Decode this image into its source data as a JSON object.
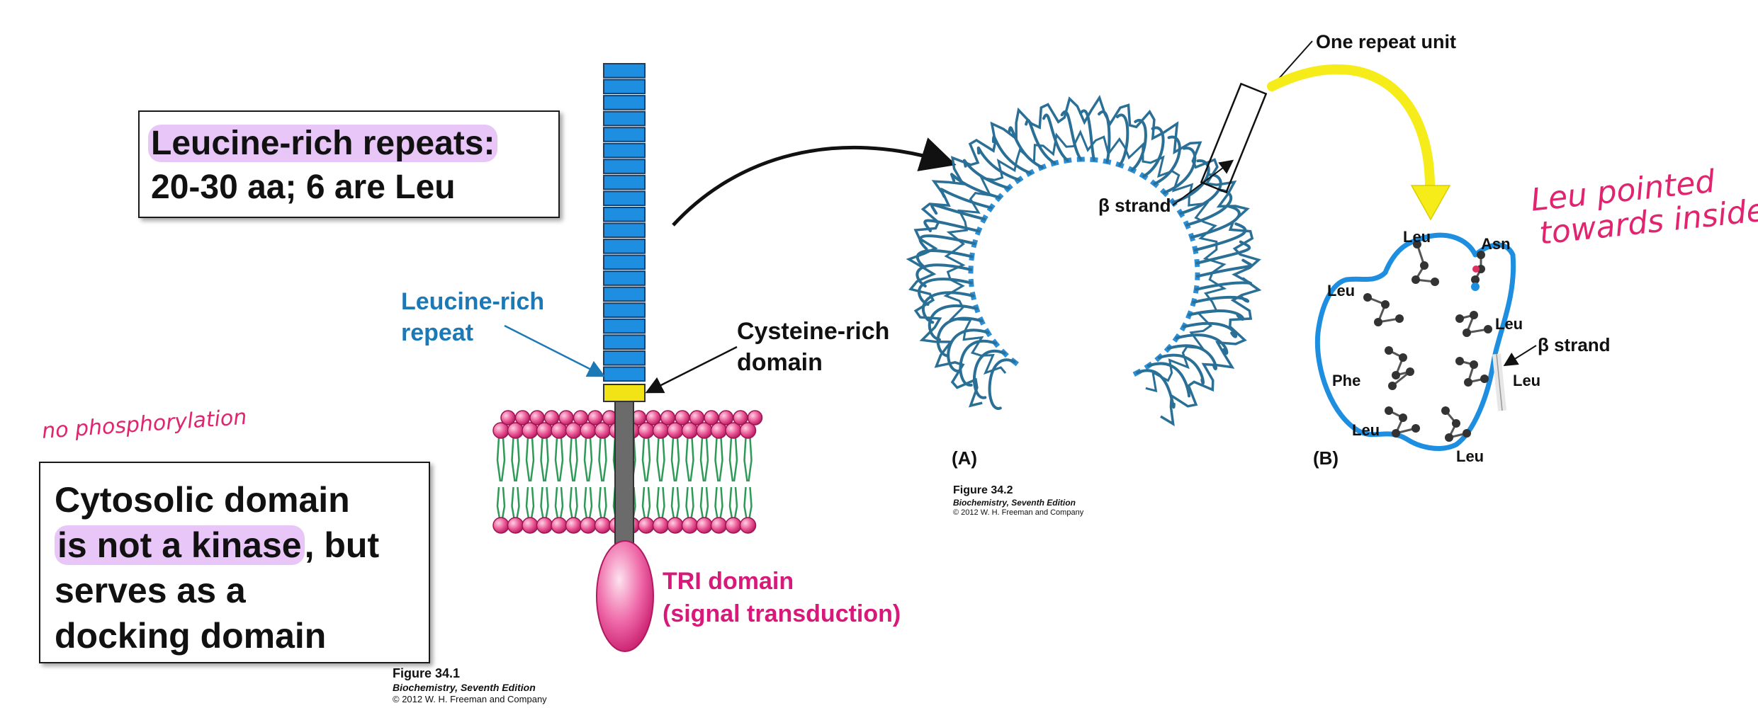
{
  "box_lrr": {
    "line1": "Leucine-rich repeats:",
    "line2": "20-30 aa; 6 are Leu"
  },
  "box_cyto": {
    "line1": "Cytosolic domain",
    "line2_hl": "is not a kinase",
    "line2_rest": ", but",
    "line3": "serves as a",
    "line4": "docking domain"
  },
  "labels": {
    "lrr_1": "Leucine-rich",
    "lrr_2": "repeat",
    "cys_1": "Cysteine-rich",
    "cys_2": "domain",
    "tri_1": "TRI domain",
    "tri_2": "(signal transduction)",
    "one_repeat": "One repeat unit",
    "beta_strand_a": "β strand",
    "panel_a": "(A)",
    "panel_b": "(B)",
    "beta_strand_b": "β strand"
  },
  "residues": {
    "leu_top": "Leu",
    "asn": "Asn",
    "leu_left": "Leu",
    "leu_right": "Leu",
    "phe": "Phe",
    "leu_r2": "Leu",
    "leu_bl": "Leu",
    "leu_bottom": "Leu"
  },
  "fig1": {
    "title": "Figure 34.1",
    "book": "Biochemistry, Seventh Edition",
    "copy": "© 2012 W. H. Freeman and Company"
  },
  "fig2": {
    "title": "Figure 34.2",
    "book": "Biochemistry, Seventh Edition",
    "copy": "© 2012 W. H. Freeman and Company"
  },
  "annotations": {
    "no_phos": "no phosphorylation",
    "leu_note_1": "Leu pointed",
    "leu_note_2": "towards inside"
  },
  "colors": {
    "repeat_blue": "#1e8fe0",
    "cys_yellow": "#f2e316",
    "membrane_pink": "#e8508f",
    "lipid_green": "#2e9a57",
    "tri_pink": "#e63b8c",
    "ribbon": "#2a6f96",
    "arrow_yellow": "#f5ec1a",
    "highlight": "#e8c6f7"
  }
}
